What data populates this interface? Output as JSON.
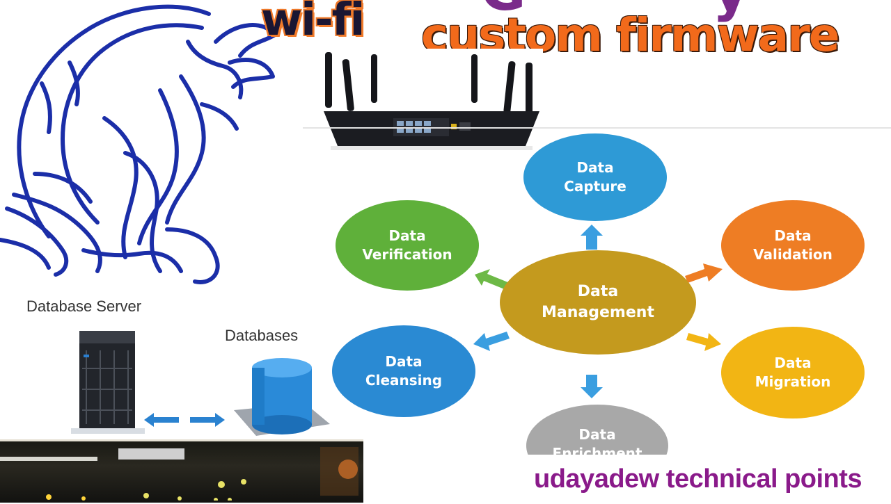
{
  "header": {
    "wifi": "wi-fi",
    "top_cut": "G y",
    "firmware": "custom firmware"
  },
  "database_panel": {
    "server_label": "Database Server",
    "databases_label": "Databases"
  },
  "diagram": {
    "center": {
      "line1": "Data",
      "line2": "Management"
    },
    "nodes": [
      {
        "id": "capture",
        "line1": "Data",
        "line2": "Capture",
        "color": "#2e9ad6"
      },
      {
        "id": "verification",
        "line1": "Data",
        "line2": "Verification",
        "color": "#5fb03a"
      },
      {
        "id": "validation",
        "line1": "Data",
        "line2": "Validation",
        "color": "#ee7d24"
      },
      {
        "id": "cleansing",
        "line1": "Data",
        "line2": "Cleansing",
        "color": "#2a8ad3"
      },
      {
        "id": "migration",
        "line1": "Data",
        "line2": "Migration",
        "color": "#f2b514"
      },
      {
        "id": "enrichment",
        "line1": "Data",
        "line2": "Enrichment",
        "color": "#a8a8a8"
      }
    ]
  },
  "watermark": "udayadew technical points",
  "colors": {
    "title_orange": "#f26a1b",
    "dragon_blue": "#1b2ea8",
    "watermark_purple": "#8a1a8a"
  }
}
